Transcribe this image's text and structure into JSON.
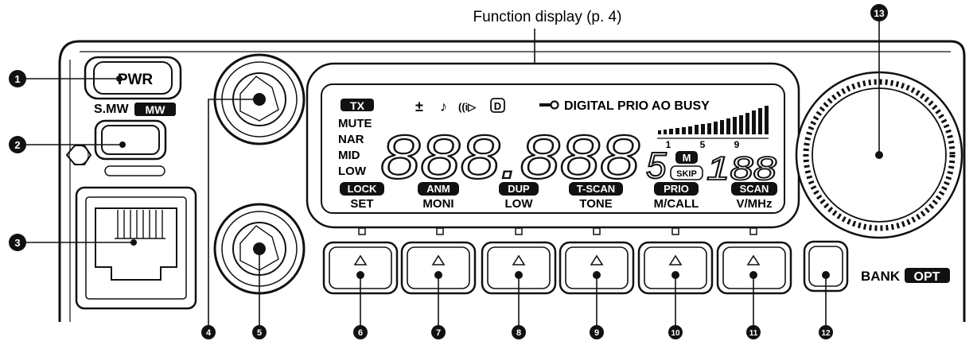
{
  "header": {
    "function_display_label": "Function display (p. 4)"
  },
  "callouts": [
    "1",
    "2",
    "3",
    "4",
    "5",
    "6",
    "7",
    "8",
    "9",
    "10",
    "11",
    "12",
    "13"
  ],
  "left_panel": {
    "pwr_label": "PWR",
    "smw_label": "S.MW",
    "mw_badge": "MW"
  },
  "lcd": {
    "tx_badge": "TX",
    "left_status": [
      "MUTE",
      "NAR",
      "MID",
      "LOW"
    ],
    "top_symbols": [
      "±",
      "♪",
      "((i▷",
      "D"
    ],
    "key_icon": "key-icon",
    "top_words": "DIGITAL PRIO AO BUSY",
    "main_digits": "888.888",
    "small_digit": "5",
    "channel_digits": "188",
    "memory_badge": "M",
    "skip_badge": "SKIP",
    "smeter_scale": [
      "1",
      "5",
      "9"
    ],
    "key_functions": [
      {
        "badge": "LOCK",
        "label": "SET"
      },
      {
        "badge": "ANM",
        "label": "MONI"
      },
      {
        "badge": "DUP",
        "label": "LOW"
      },
      {
        "badge": "T-SCAN",
        "label": "TONE"
      },
      {
        "badge": "PRIO",
        "label": "M/CALL"
      },
      {
        "badge": "SCAN",
        "label": "V/MHz"
      }
    ]
  },
  "right_panel": {
    "bank_label": "BANK",
    "opt_badge": "OPT"
  },
  "colors": {
    "ink": "#111111",
    "lcd_bg": "#ffffff",
    "badge_bg": "#111111"
  }
}
